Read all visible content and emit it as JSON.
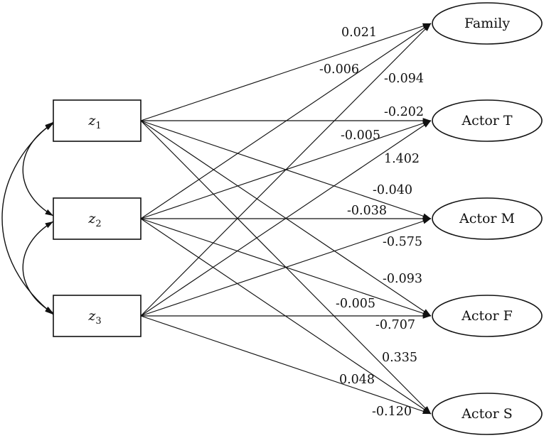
{
  "figure": {
    "background_color": "#ffffff",
    "line_color": "#111111"
  },
  "diagram": {
    "type": "sem-path-diagram",
    "latent_boxes": [
      {
        "id": "z1",
        "symbol": "z",
        "subscript": "1"
      },
      {
        "id": "z2",
        "symbol": "z",
        "subscript": "2"
      },
      {
        "id": "z3",
        "symbol": "z",
        "subscript": "3"
      }
    ],
    "outcome_ellipses": [
      {
        "id": "family",
        "label": "Family"
      },
      {
        "id": "actor_t",
        "label": "Actor T"
      },
      {
        "id": "actor_m",
        "label": "Actor M"
      },
      {
        "id": "actor_f",
        "label": "Actor F"
      },
      {
        "id": "actor_s",
        "label": "Actor S"
      }
    ],
    "paths": [
      {
        "from": "z1",
        "to": "family",
        "coefficient": "0.021"
      },
      {
        "from": "z2",
        "to": "family",
        "coefficient": "-0.006"
      },
      {
        "from": "z3",
        "to": "family",
        "coefficient": "-0.094"
      },
      {
        "from": "z1",
        "to": "actor_t",
        "coefficient": "-0.202"
      },
      {
        "from": "z2",
        "to": "actor_t",
        "coefficient": "-0.005"
      },
      {
        "from": "z3",
        "to": "actor_t",
        "coefficient": "1.402"
      },
      {
        "from": "z1",
        "to": "actor_m",
        "coefficient": "-0.040"
      },
      {
        "from": "z2",
        "to": "actor_m",
        "coefficient": "-0.038"
      },
      {
        "from": "z3",
        "to": "actor_m",
        "coefficient": "-0.575"
      },
      {
        "from": "z1",
        "to": "actor_f",
        "coefficient": "-0.093"
      },
      {
        "from": "z2",
        "to": "actor_f",
        "coefficient": "-0.005"
      },
      {
        "from": "z3",
        "to": "actor_f",
        "coefficient": "-0.707"
      },
      {
        "from": "z1",
        "to": "actor_s",
        "coefficient": "0.335"
      },
      {
        "from": "z2",
        "to": "actor_s",
        "coefficient": "0.048"
      },
      {
        "from": "z3",
        "to": "actor_s",
        "coefficient": "-0.120"
      }
    ],
    "covariance_arrows": [
      {
        "between": "z1-z2"
      },
      {
        "between": "z2-z3"
      },
      {
        "between": "z1-z3"
      }
    ]
  }
}
